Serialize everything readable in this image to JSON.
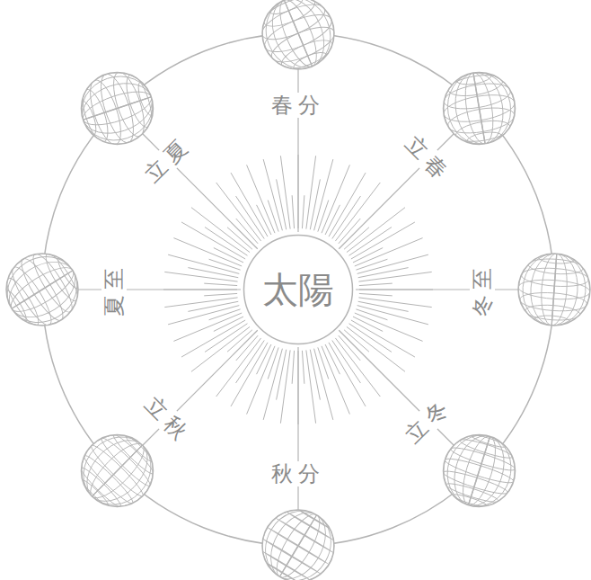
{
  "diagram": {
    "nodes": [
      {
        "text": [
          "太陽"
        ]
      }
    ],
    "labels": [
      "春分",
      "立春",
      "立夏",
      "夏至",
      "冬至",
      "立冬",
      "立秋",
      "秋分"
    ]
  }
}
